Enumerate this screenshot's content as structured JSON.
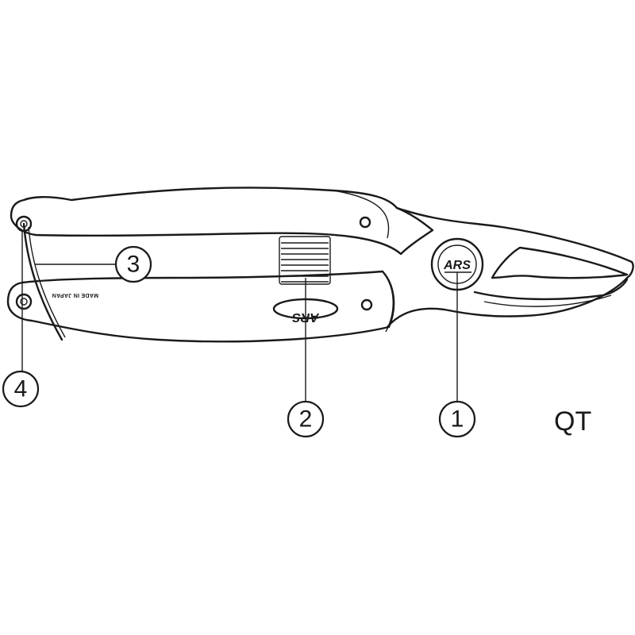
{
  "model_code": "QT",
  "brand_logo": "ARS",
  "handle_stamp": "MADE IN JAPAN",
  "callouts": [
    {
      "number": "1"
    },
    {
      "number": "2"
    },
    {
      "number": "3"
    },
    {
      "number": "4"
    }
  ],
  "colors": {
    "ink": "#1a1a1a",
    "background": "#ffffff"
  }
}
